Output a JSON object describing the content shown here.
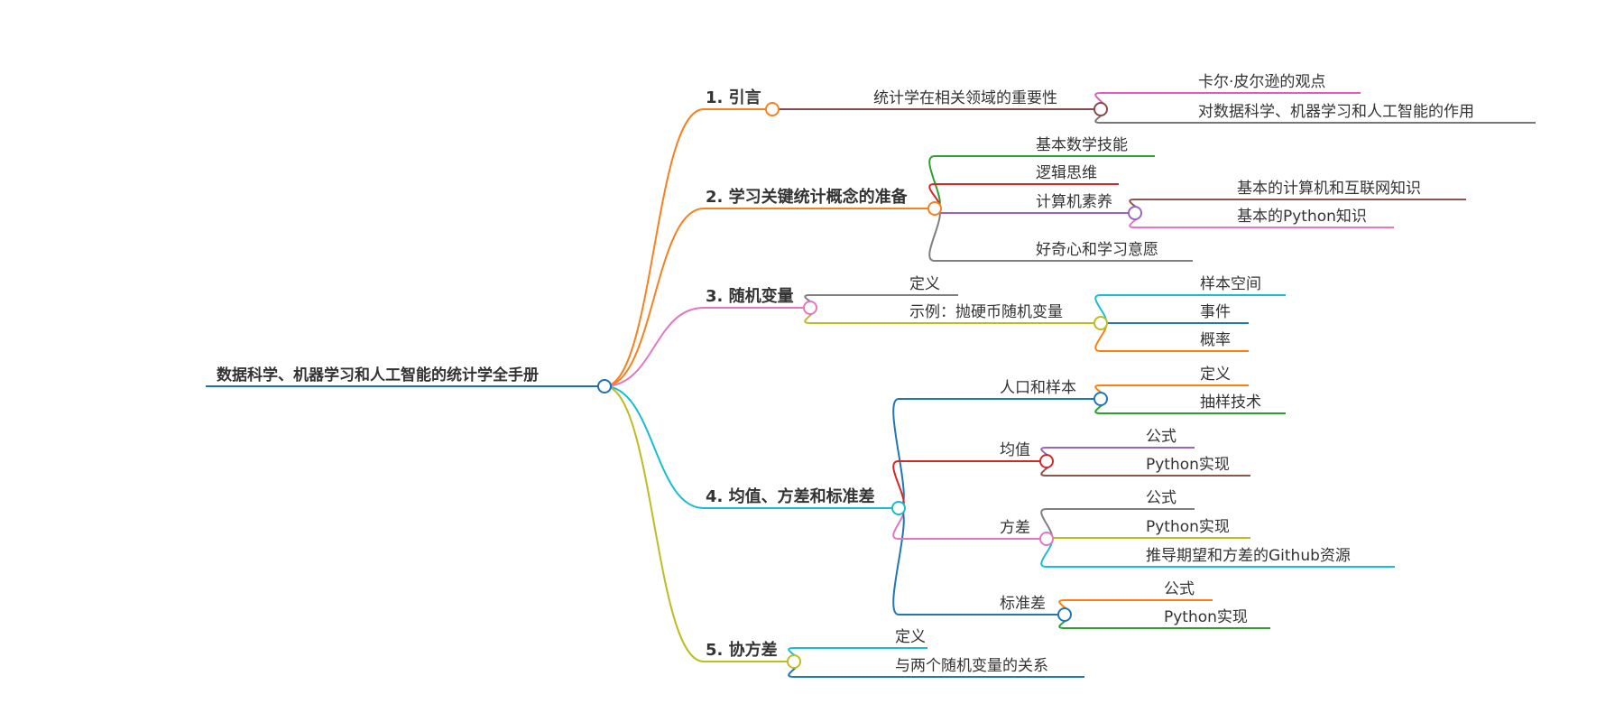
{
  "root": {
    "label": "数据科学、机器学习和人工智能的统计学全手册",
    "color": "#1f6fb4",
    "children": [
      {
        "label": "1. 引言",
        "color": "#f5821f",
        "children": [
          {
            "label": "统计学在相关领域的重要性",
            "color": "#8b4a4a",
            "children": [
              {
                "label": "卡尔·皮尔逊的观点",
                "color": "#e55bb5"
              },
              {
                "label": "对数据科学、机器学习和人工智能的作用",
                "color": "#777777"
              }
            ]
          }
        ]
      },
      {
        "label": "2. 学习关键统计概念的准备",
        "color": "#f5821f",
        "children": [
          {
            "label": "基本数学技能",
            "color": "#2ca02c"
          },
          {
            "label": "逻辑思维",
            "color": "#d62728"
          },
          {
            "label": "计算机素养",
            "color": "#9467bd",
            "children": [
              {
                "label": "基本的计算机和互联网知识",
                "color": "#8c564b"
              },
              {
                "label": "基本的Python知识",
                "color": "#e377c2"
              }
            ]
          },
          {
            "label": "好奇心和学习意愿",
            "color": "#7f7f7f"
          }
        ]
      },
      {
        "label": "3. 随机变量",
        "color": "#e377c2",
        "children": [
          {
            "label": "定义",
            "color": "#7f7f7f"
          },
          {
            "label": "示例：抛硬币随机变量",
            "color": "#bcbd22",
            "children": [
              {
                "label": "样本空间",
                "color": "#17becf"
              },
              {
                "label": "事件",
                "color": "#1f77b4"
              },
              {
                "label": "概率",
                "color": "#ff7f0e"
              }
            ]
          }
        ]
      },
      {
        "label": "4. 均值、方差和标准差",
        "color": "#17becf",
        "children": [
          {
            "label": "人口和样本",
            "color": "#1f77b4",
            "children": [
              {
                "label": "定义",
                "color": "#ff7f0e"
              },
              {
                "label": "抽样技术",
                "color": "#2ca02c"
              }
            ]
          },
          {
            "label": "均值",
            "color": "#d62728",
            "children": [
              {
                "label": "公式",
                "color": "#9467bd"
              },
              {
                "label": "Python实现",
                "color": "#8c564b"
              }
            ]
          },
          {
            "label": "方差",
            "color": "#e377c2",
            "children": [
              {
                "label": "公式",
                "color": "#7f7f7f"
              },
              {
                "label": "Python实现",
                "color": "#bcbd22"
              },
              {
                "label": "推导期望和方差的Github资源",
                "color": "#17becf"
              }
            ]
          },
          {
            "label": "标准差",
            "color": "#1f77b4",
            "children": [
              {
                "label": "公式",
                "color": "#ff7f0e"
              },
              {
                "label": "Python实现",
                "color": "#2ca02c"
              }
            ]
          }
        ]
      },
      {
        "label": "5. 协方差",
        "color": "#bcbd22",
        "children": [
          {
            "label": "定义",
            "color": "#17becf"
          },
          {
            "label": "与两个随机变量的关系",
            "color": "#1f77b4"
          }
        ]
      }
    ]
  }
}
